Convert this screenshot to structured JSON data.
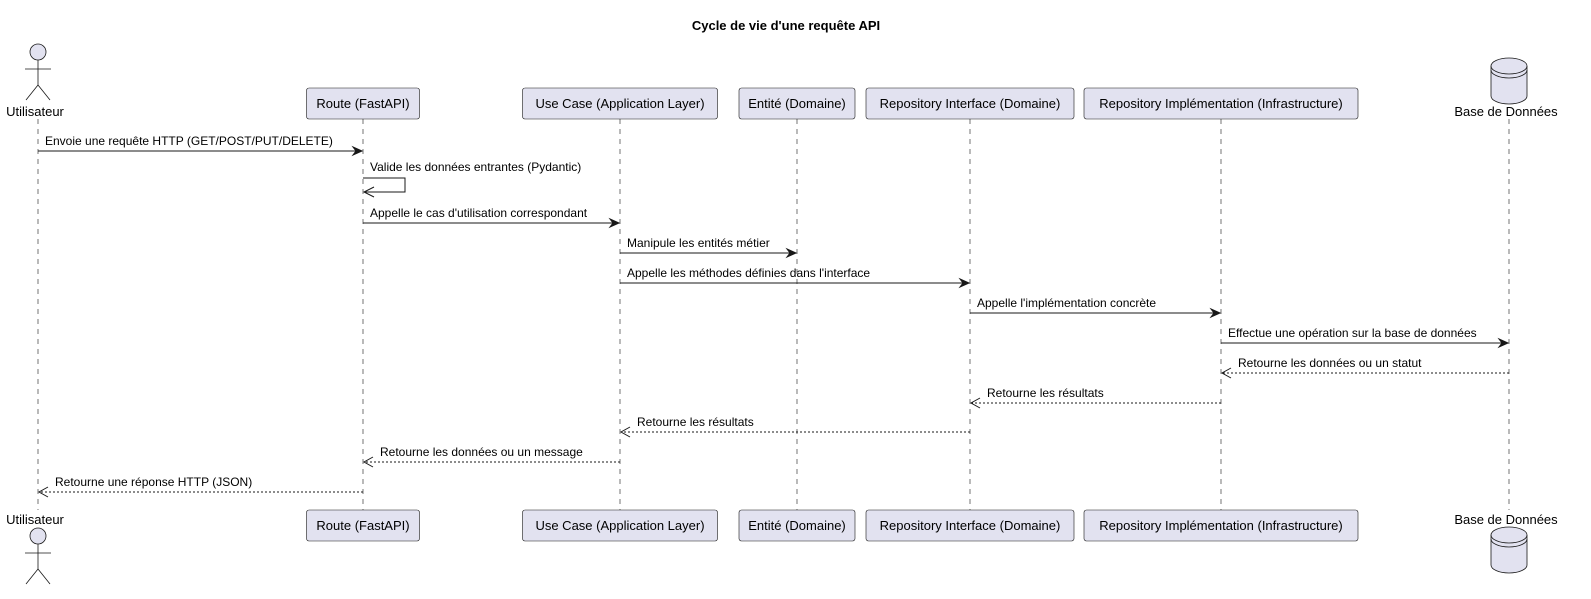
{
  "title": "Cycle de vie d'une requête API",
  "participants": [
    {
      "id": "user",
      "label": "Utilisateur",
      "kind": "actor"
    },
    {
      "id": "route",
      "label": "Route (FastAPI)",
      "kind": "participant"
    },
    {
      "id": "usecase",
      "label": "Use Case (Application Layer)",
      "kind": "participant"
    },
    {
      "id": "entity",
      "label": "Entité (Domaine)",
      "kind": "participant"
    },
    {
      "id": "repoif",
      "label": "Repository Interface (Domaine)",
      "kind": "participant"
    },
    {
      "id": "repoimpl",
      "label": "Repository Implémentation (Infrastructure)",
      "kind": "participant"
    },
    {
      "id": "db",
      "label": "Base de Données",
      "kind": "database"
    }
  ],
  "messages": [
    {
      "from": "user",
      "to": "route",
      "label": "Envoie une requête HTTP (GET/POST/PUT/DELETE)",
      "style": "solid"
    },
    {
      "from": "route",
      "to": "route",
      "label": "Valide les données entrantes (Pydantic)",
      "style": "solid"
    },
    {
      "from": "route",
      "to": "usecase",
      "label": "Appelle le cas d'utilisation correspondant",
      "style": "solid"
    },
    {
      "from": "usecase",
      "to": "entity",
      "label": "Manipule les entités métier",
      "style": "solid"
    },
    {
      "from": "usecase",
      "to": "repoif",
      "label": "Appelle les méthodes définies dans l'interface",
      "style": "solid"
    },
    {
      "from": "repoif",
      "to": "repoimpl",
      "label": "Appelle l'implémentation concrète",
      "style": "solid"
    },
    {
      "from": "repoimpl",
      "to": "db",
      "label": "Effectue une opération sur la base de données",
      "style": "solid"
    },
    {
      "from": "db",
      "to": "repoimpl",
      "label": "Retourne les données ou un statut",
      "style": "dashed"
    },
    {
      "from": "repoimpl",
      "to": "repoif",
      "label": "Retourne les résultats",
      "style": "dashed"
    },
    {
      "from": "repoif",
      "to": "usecase",
      "label": "Retourne les résultats",
      "style": "dashed"
    },
    {
      "from": "usecase",
      "to": "route",
      "label": "Retourne les données ou un message",
      "style": "dashed"
    },
    {
      "from": "route",
      "to": "user",
      "label": "Retourne une réponse HTTP (JSON)",
      "style": "dashed"
    }
  ],
  "colors": {
    "participant_fill": "#E2E2F0",
    "stroke": "#181818"
  }
}
